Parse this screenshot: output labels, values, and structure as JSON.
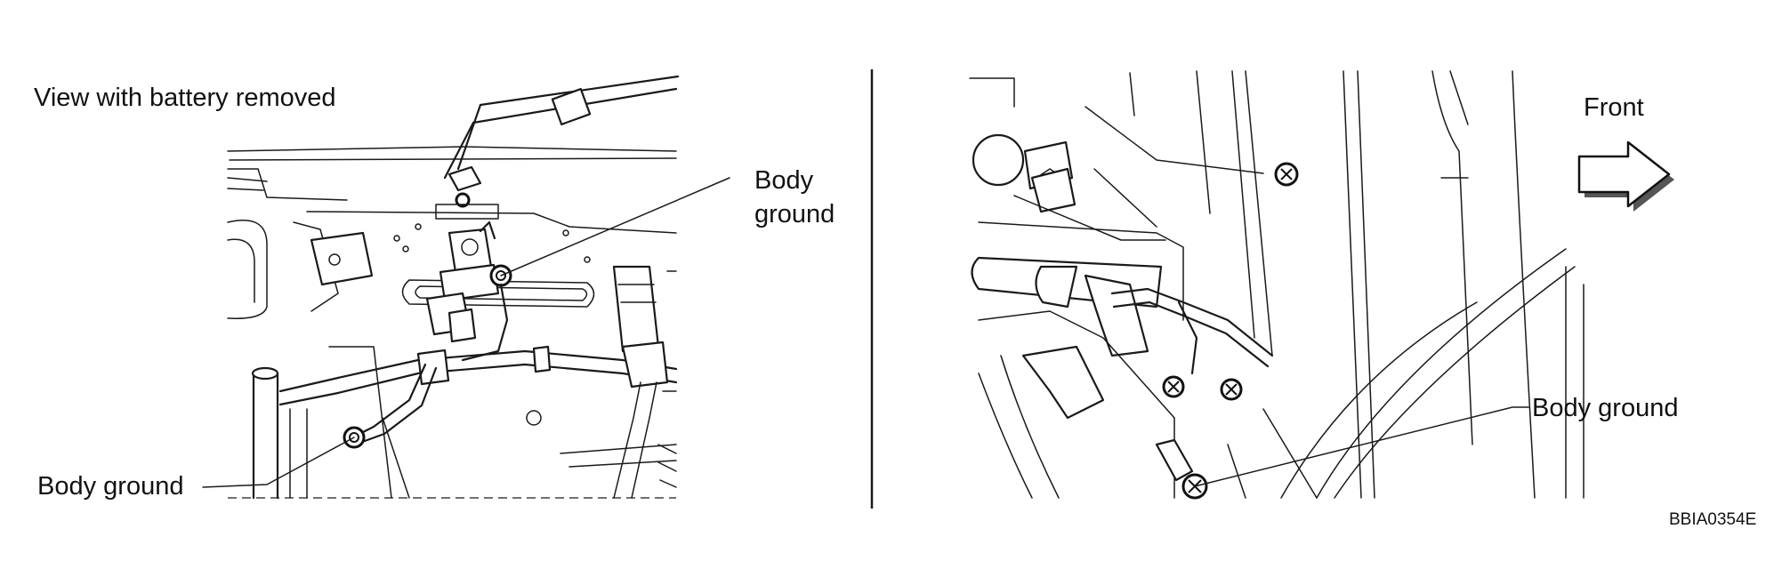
{
  "left_panel": {
    "caption": "View with battery removed",
    "label_body_ground_upper_line1": "Body",
    "label_body_ground_upper_line2": "ground",
    "label_body_ground_lower": "Body ground"
  },
  "right_panel": {
    "direction_label": "Front",
    "label_body_ground": "Body ground"
  },
  "figure_code": "BBIA0354E"
}
